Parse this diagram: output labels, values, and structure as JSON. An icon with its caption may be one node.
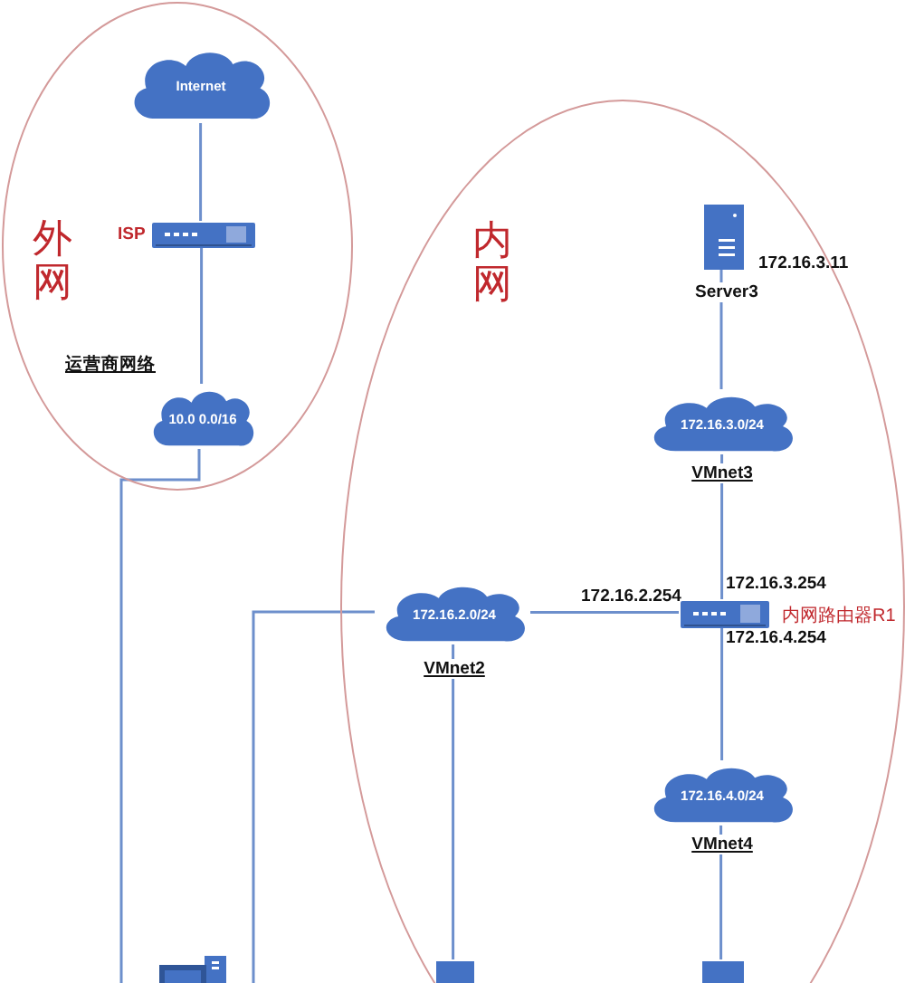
{
  "diagram": {
    "nodes": [
      {
        "text": [
          "外网"
        ]
      },
      {
        "text": [
          "Internet"
        ],
        "in": 0
      },
      {
        "text": [
          "ISP"
        ],
        "in": 0
      },
      {
        "text": [
          "运营商网络",
          "10.0 0.0/16"
        ],
        "in": 0
      },
      {
        "text": [
          "内网"
        ]
      },
      {
        "text": [
          "Server3"
        ],
        "beside": [
          "172.16.3.11"
        ],
        "in": 4
      },
      {
        "text": [
          "172.16.3.0/24"
        ],
        "beside": [
          "VMnet3"
        ],
        "in": 4
      },
      {
        "text": [
          "172.16.2.0/24"
        ],
        "beside": [
          "VMnet2"
        ],
        "in": 4
      },
      {
        "text": [
          "内网路由器R1"
        ],
        "beside": [
          "172.16.2.254",
          "172.16.3.254",
          "172.16.4.254"
        ],
        "in": 4
      },
      {
        "text": [
          "172.16.4.0/24"
        ],
        "beside": [
          "VMnet4"
        ],
        "in": 4
      },
      {
        "text": [],
        "shape": "picture"
      },
      {
        "text": [],
        "shape": "box",
        "in": 4
      },
      {
        "text": [],
        "shape": "box",
        "in": 4
      }
    ],
    "edges": [
      {
        "from": 1,
        "to": 2,
        "arrow": "none"
      },
      {
        "from": 2,
        "to": 3,
        "arrow": "none"
      },
      {
        "from": 3,
        "to": null,
        "arrow": "none"
      },
      {
        "from": 7,
        "to": null,
        "arrow": "none"
      },
      {
        "from": 7,
        "to": 8,
        "arrow": "none"
      },
      {
        "from": 8,
        "to": 6,
        "arrow": "none"
      },
      {
        "from": 6,
        "to": 5,
        "arrow": "none"
      },
      {
        "from": 8,
        "to": 9,
        "arrow": "none"
      },
      {
        "from": 9,
        "to": 12,
        "arrow": "none"
      },
      {
        "from": 7,
        "to": 11,
        "arrow": "none"
      }
    ]
  }
}
